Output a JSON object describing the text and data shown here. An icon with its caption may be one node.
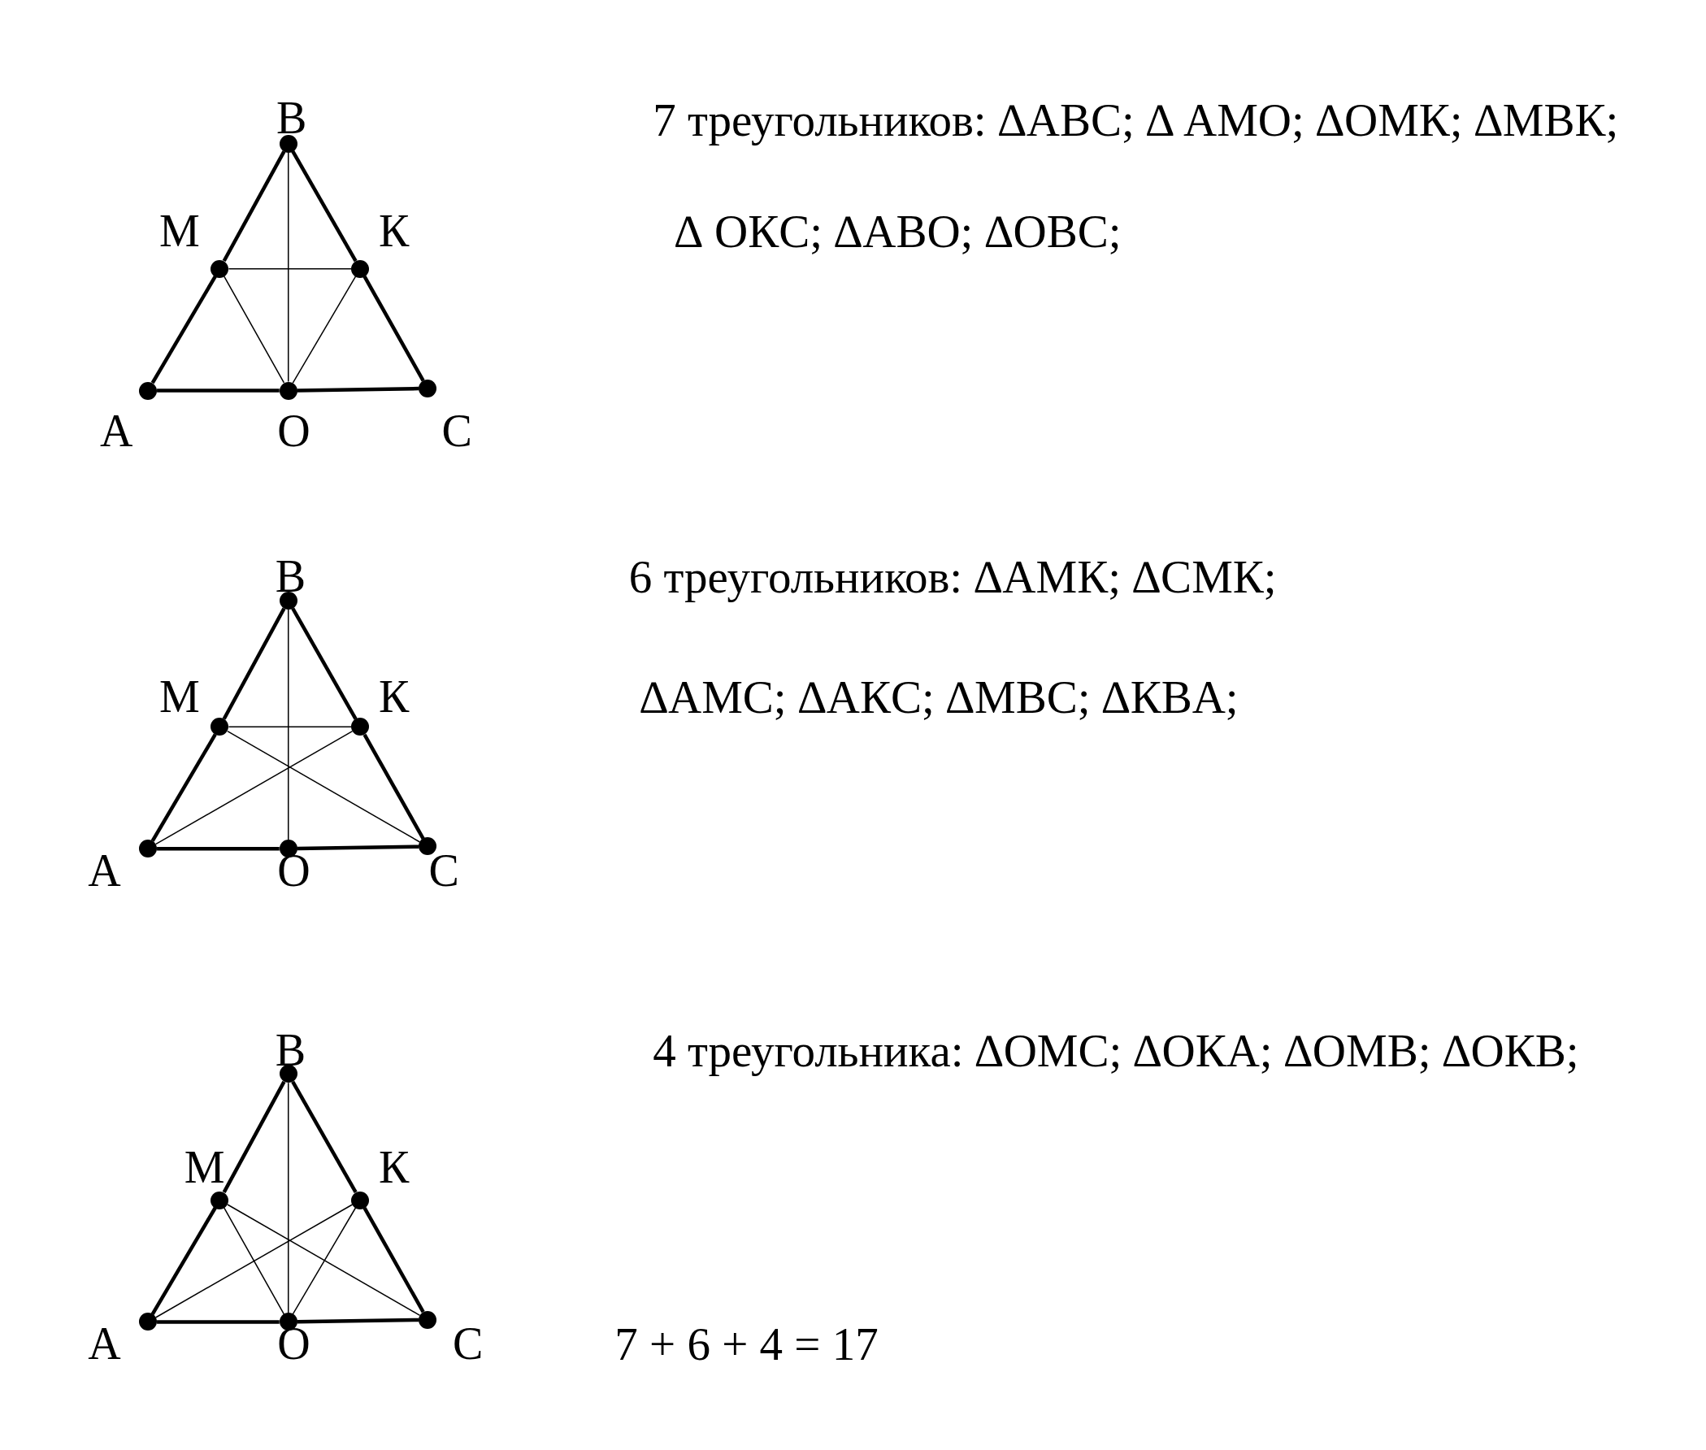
{
  "diagram": {
    "nodes": [
      {
        "text": [],
        "shape": "circle",
        "beside": [
          "B"
        ]
      },
      {
        "text": [],
        "shape": "circle",
        "beside": [
          "M"
        ]
      },
      {
        "text": [],
        "shape": "circle",
        "beside": [
          "К"
        ]
      },
      {
        "text": [],
        "shape": "circle",
        "beside": [
          "A"
        ]
      },
      {
        "text": [],
        "shape": "circle",
        "beside": [
          "O"
        ]
      },
      {
        "text": [],
        "shape": "circle",
        "beside": [
          "C"
        ]
      },
      {
        "text": [],
        "shape": "circle",
        "beside": [
          "B"
        ]
      },
      {
        "text": [],
        "shape": "circle",
        "beside": [
          "M"
        ]
      },
      {
        "text": [],
        "shape": "circle",
        "beside": [
          "К"
        ]
      },
      {
        "text": [],
        "shape": "circle",
        "beside": [
          "A"
        ]
      },
      {
        "text": [],
        "shape": "circle",
        "beside": [
          "O"
        ]
      },
      {
        "text": [],
        "shape": "circle",
        "beside": [
          "C"
        ]
      },
      {
        "text": [],
        "shape": "circle",
        "beside": [
          "B"
        ]
      },
      {
        "text": [],
        "shape": "circle",
        "beside": [
          "M"
        ]
      },
      {
        "text": [],
        "shape": "circle",
        "beside": [
          "К"
        ]
      },
      {
        "text": [],
        "shape": "circle",
        "beside": [
          "A"
        ]
      },
      {
        "text": [],
        "shape": "circle",
        "beside": [
          "O"
        ]
      },
      {
        "text": [],
        "shape": "circle",
        "beside": [
          "C"
        ]
      }
    ],
    "edges": [
      {
        "from": 3,
        "to": 1,
        "arrow": "none"
      },
      {
        "from": 1,
        "to": 0,
        "arrow": "none"
      },
      {
        "from": 0,
        "to": 2,
        "arrow": "none"
      },
      {
        "from": 2,
        "to": 5,
        "arrow": "none"
      },
      {
        "from": 3,
        "to": 4,
        "arrow": "none"
      },
      {
        "from": 4,
        "to": 5,
        "arrow": "none"
      },
      {
        "from": 1,
        "to": 2,
        "arrow": "none"
      },
      {
        "from": 0,
        "to": 4,
        "arrow": "none"
      },
      {
        "from": 1,
        "to": 4,
        "arrow": "none"
      },
      {
        "from": 2,
        "to": 4,
        "arrow": "none"
      },
      {
        "from": 9,
        "to": 7,
        "arrow": "none"
      },
      {
        "from": 7,
        "to": 6,
        "arrow": "none"
      },
      {
        "from": 6,
        "to": 8,
        "arrow": "none"
      },
      {
        "from": 8,
        "to": 11,
        "arrow": "none"
      },
      {
        "from": 9,
        "to": 10,
        "arrow": "none"
      },
      {
        "from": 10,
        "to": 11,
        "arrow": "none"
      },
      {
        "from": 7,
        "to": 8,
        "arrow": "none"
      },
      {
        "from": 6,
        "to": 10,
        "arrow": "none"
      },
      {
        "from": 9,
        "to": 8,
        "arrow": "none"
      },
      {
        "from": 11,
        "to": 7,
        "arrow": "none"
      },
      {
        "from": 15,
        "to": 13,
        "arrow": "none"
      },
      {
        "from": 13,
        "to": 12,
        "arrow": "none"
      },
      {
        "from": 12,
        "to": 14,
        "arrow": "none"
      },
      {
        "from": 14,
        "to": 17,
        "arrow": "none"
      },
      {
        "from": 15,
        "to": 16,
        "arrow": "none"
      },
      {
        "from": 16,
        "to": 17,
        "arrow": "none"
      },
      {
        "from": 12,
        "to": 16,
        "arrow": "none"
      },
      {
        "from": 13,
        "to": 16,
        "arrow": "none"
      },
      {
        "from": 14,
        "to": 16,
        "arrow": "none"
      },
      {
        "from": 15,
        "to": 14,
        "arrow": "none"
      },
      {
        "from": 17,
        "to": 13,
        "arrow": "none"
      }
    ],
    "labels": [
      "7 треугольников: ∆ABC; ∆ AMO; ∆OMК; ∆MBК;",
      "∆ OКC; ∆ABO; ∆OBC;",
      "6 треугольников: ∆AMК; ∆CMК;",
      "∆AMC; ∆AКC; ∆MBC; ∆КBA;",
      "4 треугольника: ∆OMC; ∆OКA; ∆OMB; ∆OКB;",
      "7 + 6 + 4 = 17"
    ]
  }
}
